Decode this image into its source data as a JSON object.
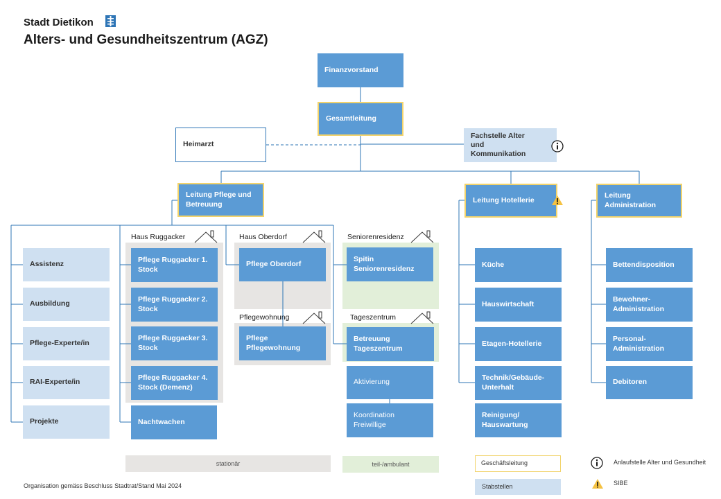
{
  "header": {
    "org": "Stadt Dietikon",
    "title": "Alters- und Gesundheitszentrum (AGZ)"
  },
  "top": {
    "finanzvorstand": "Finanzvorstand",
    "gesamtleitung": "Gesamtleitung",
    "heimarzt": "Heimarzt",
    "fachstelle": "Fachstelle Alter und Kommunikation"
  },
  "departments": {
    "pflege": "Leitung Pflege und Betreuung",
    "hotellerie": "Leitung Hotellerie",
    "administration": "Leitung Administration"
  },
  "pflege_staff": [
    "Assistenz",
    "Ausbildung",
    "Pflege-Experte/in",
    "RAI-Experte/in",
    "Projekte"
  ],
  "groups": {
    "ruggacker": "Haus Ruggacker",
    "oberdorf": "Haus Oberdorf",
    "seniorenresidenz": "Seniorenresidenz",
    "pflegewohnung": "Pflegewohnung",
    "tageszentrum": "Tageszentrum"
  },
  "ruggacker_units": [
    "Pflege Ruggacker 1. Stock",
    "Pflege Ruggacker 2. Stock",
    "Pflege Ruggacker 3. Stock",
    "Pflege Ruggacker 4. Stock (Demenz)"
  ],
  "nachtwachen": "Nachtwachen",
  "oberdorf_unit": "Pflege Oberdorf",
  "pflegewohnung_unit": "Pflege Pflegewohnung",
  "spitin_unit": "Spitin Seniorenresidenz",
  "tageszentrum_unit": "Betreuung Tageszentrum",
  "tageszentrum_sub": [
    "Aktivierung",
    "Koordination Freiwillige"
  ],
  "hotellerie_units": [
    "Küche",
    "Hauswirtschaft",
    "Etagen-Hotellerie",
    "Technik/Gebäude-Unterhalt",
    "Reinigung/ Hauswartung"
  ],
  "administration_units": [
    "Bettendisposition",
    "Bewohner-Administration",
    "Personal-Administration",
    "Debitoren"
  ],
  "categories": {
    "stationaer": "stationär",
    "ambulant": "teil-/ambulant"
  },
  "legend": {
    "geschaeftsleitung": "Geschäftsleitung",
    "stabstellen": "Stabstellen",
    "info_text": "Anlaufstelle Alter und Gesundheit",
    "warning_text": "SIBE"
  },
  "footer": "Organisation gemäss Beschluss Stadtrat/Stand Mai 2024",
  "colors": {
    "primary": "#5b9bd5",
    "light": "#cfe0f1",
    "gold_border": "#f2d36b",
    "line": "#2e75b6",
    "stationaer_bg": "#e7e5e3",
    "ambulant_bg": "#e2efd9"
  }
}
